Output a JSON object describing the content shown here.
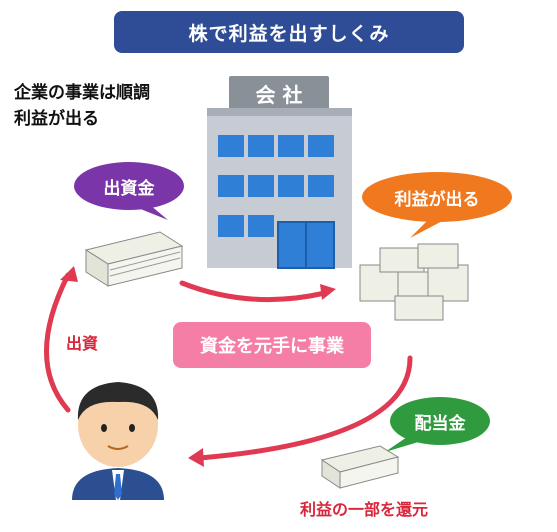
{
  "title": "株で利益を出すしくみ",
  "company_note": {
    "line1": "企業の事業は順調",
    "line2": "利益が出る"
  },
  "building_sign": "会 社",
  "bubbles": {
    "investment_money": "出資金",
    "profit": "利益が出る",
    "dividend": "配当金"
  },
  "center_box": "資金を元手に事業",
  "labels": {
    "invest": "出資",
    "return_profit": "利益の一部を還元"
  },
  "colors": {
    "title_bg": "#2f4d96",
    "purple_bubble": "#7a35a8",
    "orange_bubble": "#f0781e",
    "green_bubble": "#2f9a3e",
    "pink_box": "#f47ea6",
    "arrow_red": "#e03a52"
  }
}
